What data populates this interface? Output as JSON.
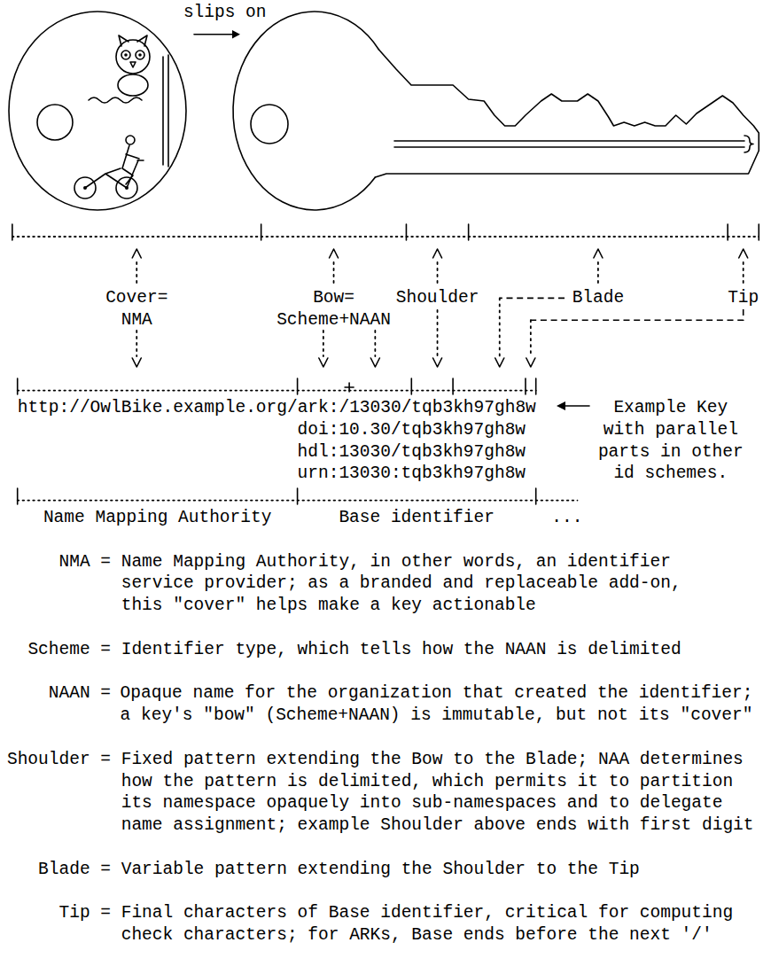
{
  "diagram": {
    "labels": [
      "slips on",
      "Cover= NMA",
      "Bow= Scheme+NAAN",
      "Shoulder",
      "Blade",
      "Tip",
      "http://OwlBike.example.org/ark:/13030/tqb3kh97gh8w",
      "doi:10.30/tqb3kh97gh8w",
      "hdl:13030/tqb3kh97gh8w",
      "urn:13030:tqb3kh97gh8w",
      "Example Key with parallel parts in other id schemes.",
      "Name Mapping Authority",
      "Base identifier",
      "...",
      "NMA =",
      "Name Mapping Authority, in other words, an identifier service provider; as a branded and replaceable add-on, this \"cover\" helps make a key actionable",
      "Scheme =",
      "Identifier type, which tells how the NAAN is delimited",
      "NAAN =",
      "Opaque name for the organization that created the identifier; a key's \"bow\" (Scheme+NAAN) is immutable, but not its \"cover\"",
      "Shoulder =",
      "Fixed pattern extending the Bow to the Blade; NAA determines how the pattern is delimited, which permits it to partition its namespace opaquely into sub-namespaces and to delegate name assignment; example Shoulder above ends with first digit",
      "Blade =",
      "Variable pattern extending the Shoulder to the Tip",
      "Tip =",
      "Final characters of Base identifier, critical for computing check characters; for ARKs, Base ends before the next '/'"
    ]
  }
}
